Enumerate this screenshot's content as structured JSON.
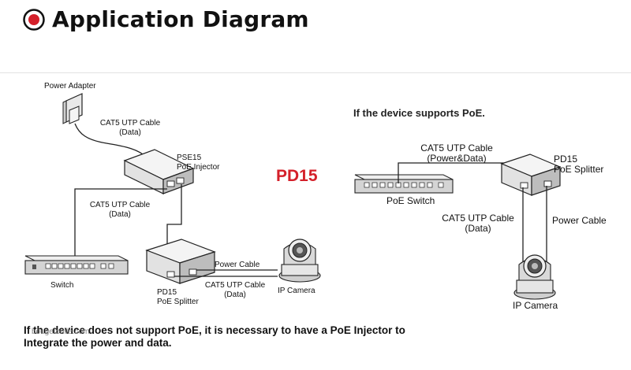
{
  "header": {
    "title": "Application Diagram",
    "accent_color": "#d4202a",
    "icon": "record-circle-icon"
  },
  "left_diagram": {
    "power_adapter_label": "Power Adapter",
    "adapter_cable_label": "CAT5 UTP Cable",
    "adapter_cable_sub": "(Data)",
    "injector_label": "PSE15",
    "injector_sub": "PoE Injector",
    "switch_cable_label": "CAT5 UTP Cable",
    "switch_cable_sub": "(Data)",
    "switch_label": "Switch",
    "splitter_label": "PD15",
    "splitter_sub": "PoE Splitter",
    "power_cable_label": "Power Cable",
    "camera_cable_label": "CAT5 UTP Cable",
    "camera_cable_sub": "(Data)",
    "camera_label": "IP Camera"
  },
  "center_badge": "PD15",
  "right_diagram": {
    "heading": "If the device supports PoE.",
    "cable_label": "CAT5 UTP Cable",
    "cable_sub": "(Power&Data)",
    "splitter_label": "PD15",
    "splitter_sub": "PoE Splitter",
    "switch_label": "PoE Switch",
    "data_cable_label": "CAT5 UTP Cable",
    "data_cable_sub": "(Data)",
    "power_cable_label": "Power Cable",
    "camera_label": "IP Camera"
  },
  "footer": {
    "note": "If the device does not support PoE, it is necessary to have a PoE Injector to Integrate the power and data.",
    "watermark": "bougetonile.com"
  }
}
